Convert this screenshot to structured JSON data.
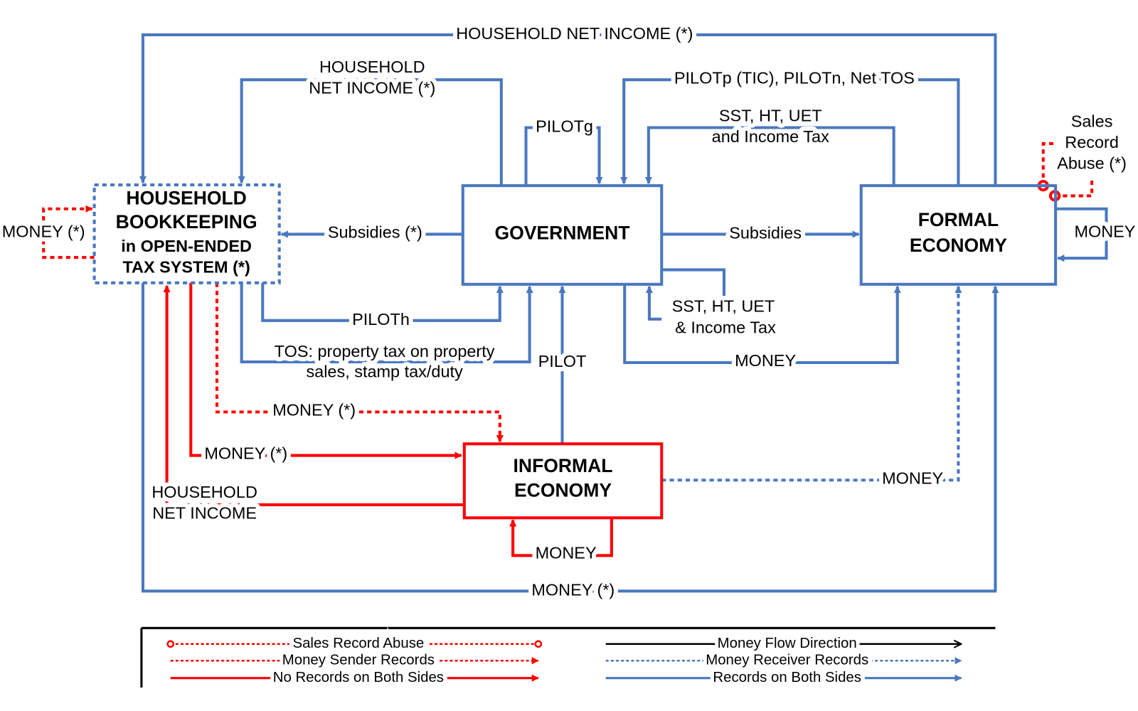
{
  "colors": {
    "records_blue": "#4a78c0",
    "no_records_red": "#ff0000",
    "direction_black": "#000000"
  },
  "nodes": {
    "household": [
      "HOUSEHOLD",
      "BOOKKEEPING",
      "in OPEN-ENDED",
      "TAX SYSTEM (*)"
    ],
    "government": "GOVERNMENT",
    "formal": [
      "FORMAL",
      "ECONOMY"
    ],
    "informal": [
      "INFORMAL",
      "ECONOMY"
    ]
  },
  "flows": {
    "hh_net_income_top": "HOUSEHOLD NET INCOME (*)",
    "hh_net_income_gov": [
      "HOUSEHOLD",
      "NET INCOME (*)"
    ],
    "pilotp": "PILOTp (TIC), PILOTn, Net TOS",
    "sst_top": [
      "SST, HT, UET",
      "and Income Tax"
    ],
    "pilotg": "PILOTg",
    "subsidies_hh": "Subsidies (*)",
    "subsidies_formal": "Subsidies",
    "formal_money_loop": "MONEY",
    "sales_abuse": [
      "Sales",
      "Record",
      "Abuse (*)"
    ],
    "hh_money_loop": "MONEY (*)",
    "piloth": "PILOTh",
    "tos": [
      "TOS: property tax on property",
      "sales, stamp tax/duty"
    ],
    "sst_bottom": [
      "SST, HT, UET",
      "& Income Tax"
    ],
    "gov_money_formal": "MONEY",
    "pilot": "PILOT",
    "hh_money_informal_dashed": "MONEY (*)",
    "hh_money_informal_solid": "MONEY (*)",
    "informal_hh_net_income": [
      "HOUSEHOLD",
      "NET INCOME"
    ],
    "informal_formal_money": "MONEY",
    "informal_money_loop": "MONEY",
    "hh_money_formal_bottom": "MONEY (*)"
  },
  "legend": {
    "sales_record_abuse": "Sales Record Abuse",
    "money_sender_records": "Money Sender Records",
    "no_records_both": "No Records on Both Sides",
    "money_flow_direction": "Money Flow Direction",
    "money_receiver_records": "Money Receiver Records",
    "records_both": "Records on Both Sides"
  }
}
